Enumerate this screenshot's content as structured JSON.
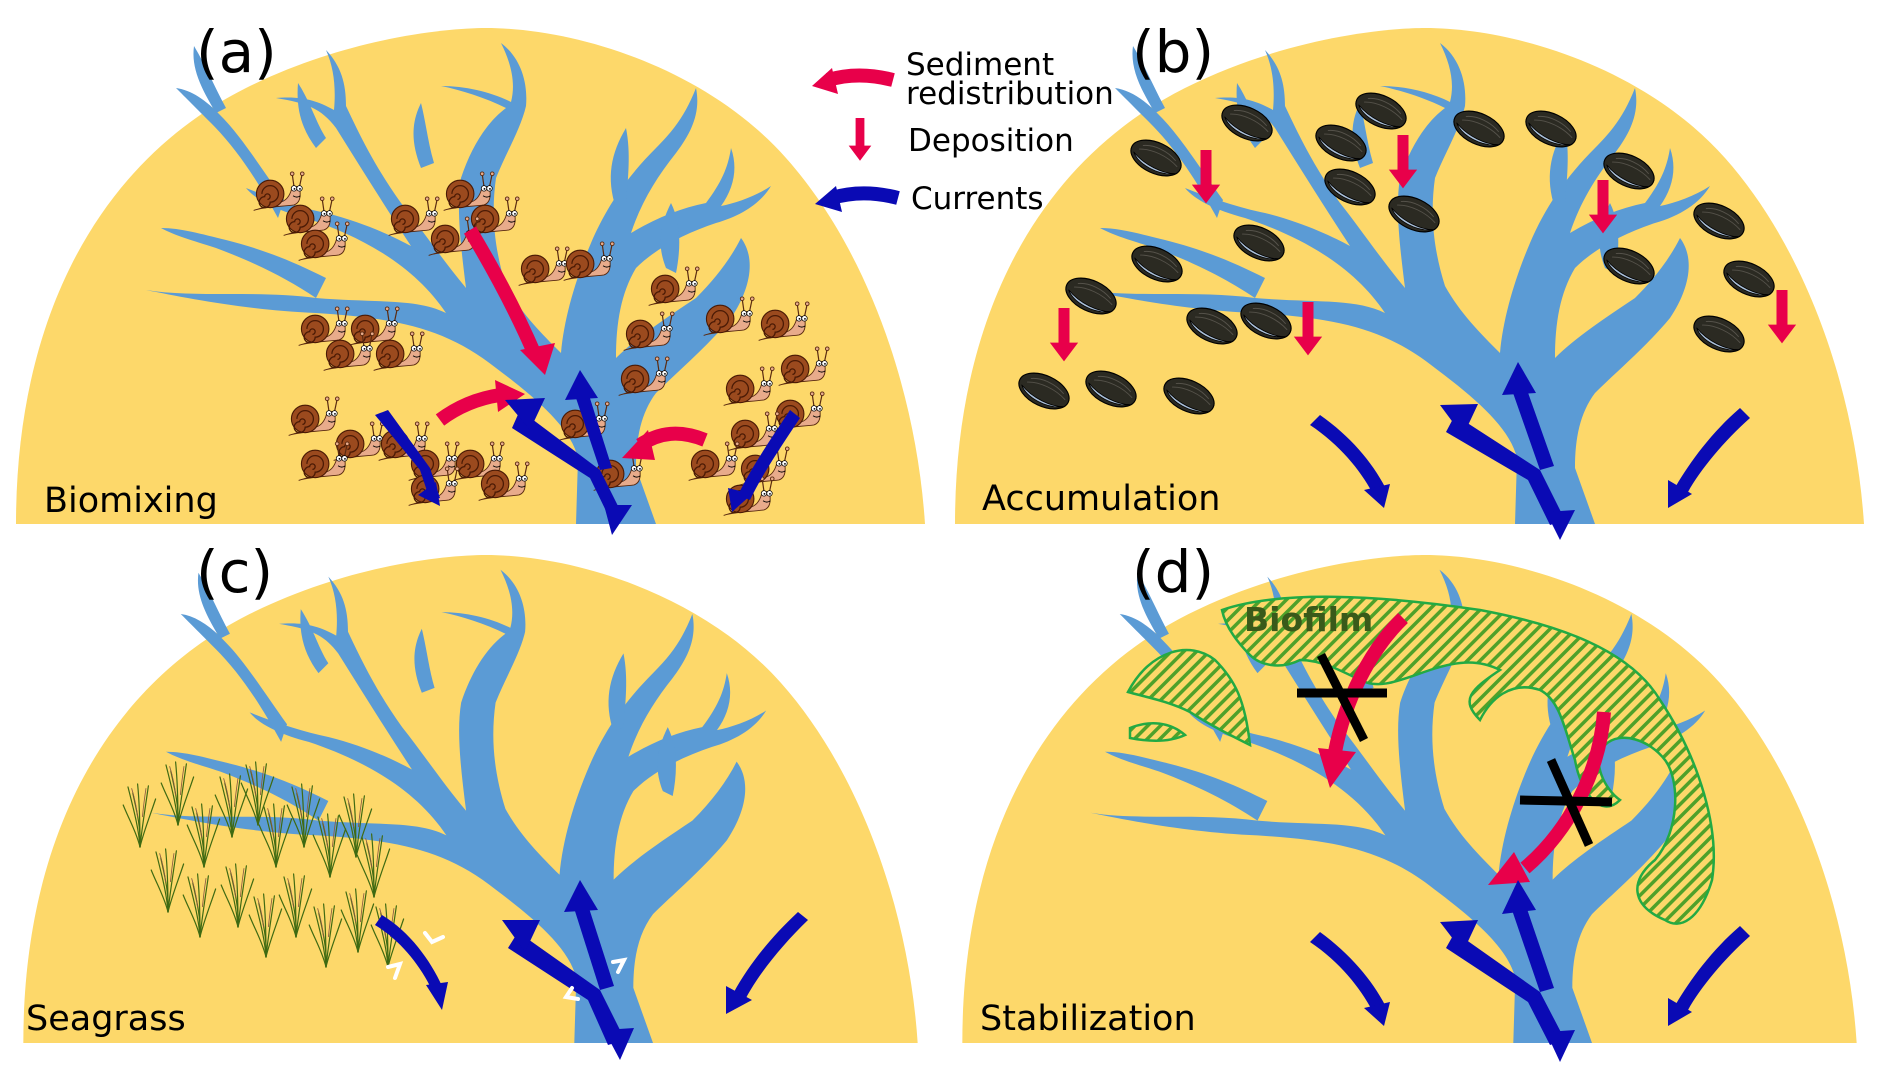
{
  "figure": {
    "colors": {
      "sand": "#fdd86a",
      "water": "#5b9bd5",
      "current": "#0a0ab4",
      "sediment": "#e8004a",
      "snail_shell": "#9b4a1e",
      "snail_body": "#e8ab8b",
      "mussel": "#2b2a22",
      "mussel_edge": "#a9bfd8",
      "seagrass": "#3f6a12",
      "biofilm_line": "#22aa44",
      "cross": "#000000"
    },
    "legend": {
      "items": [
        {
          "label_line1": "Sediment",
          "label_line2": "redistribution",
          "icon": "red-curved-arrow-icon"
        },
        {
          "label_line1": "Deposition",
          "icon": "red-down-arrow-icon"
        },
        {
          "label_line1": "Currents",
          "icon": "blue-curved-arrow-icon"
        }
      ]
    },
    "panels": [
      {
        "id": "a",
        "tag": "(a)",
        "mode": "Biomixing",
        "organism": "snails"
      },
      {
        "id": "b",
        "tag": "(b)",
        "mode": "Accumulation",
        "organism": "mussels"
      },
      {
        "id": "c",
        "tag": "(c)",
        "mode": "Seagrass",
        "organism": "seagrass"
      },
      {
        "id": "d",
        "tag": "(d)",
        "mode": "Stabilization",
        "organism": "biofilm",
        "annotation": "Biofilm"
      }
    ]
  }
}
